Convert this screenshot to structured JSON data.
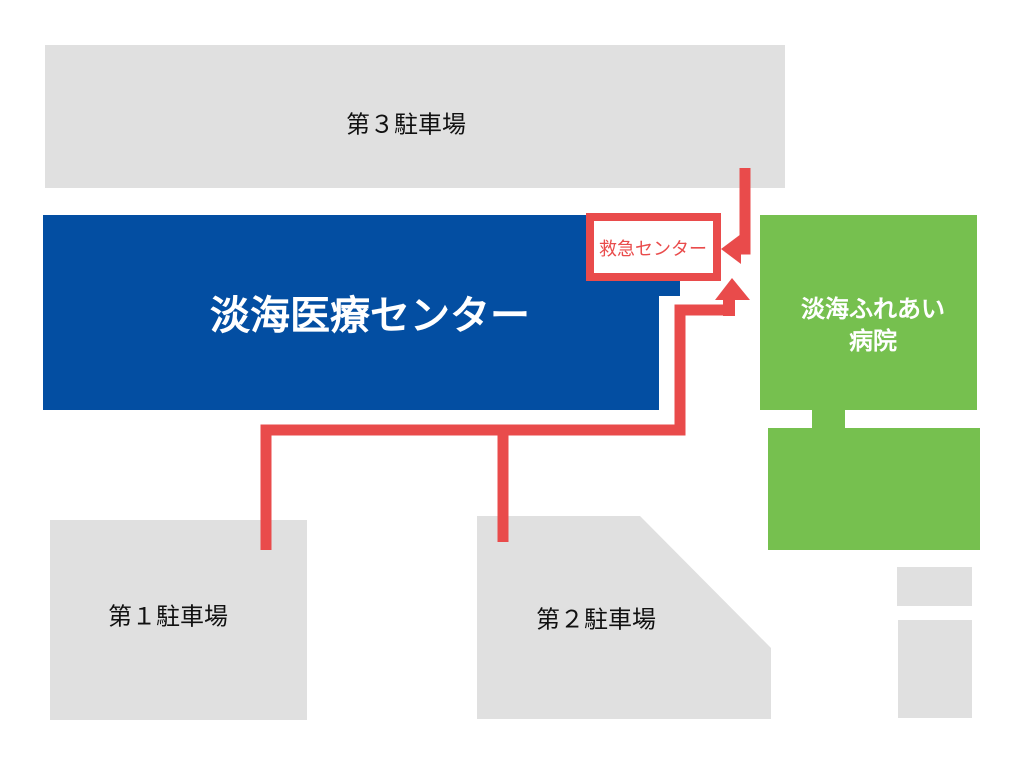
{
  "colors": {
    "parking": "#e0e0e0",
    "main_building": "#034ea2",
    "fureai_building": "#76c04f",
    "route": "#e94b4b"
  },
  "parking_lots": {
    "p1": "第１駐車場",
    "p2": "第２駐車場",
    "p3": "第３駐車場"
  },
  "main_building": {
    "label": "淡海医療センター"
  },
  "emergency": {
    "label": "救急センター"
  },
  "fureai": {
    "line1": "淡海ふれあい",
    "line2": "病院"
  }
}
